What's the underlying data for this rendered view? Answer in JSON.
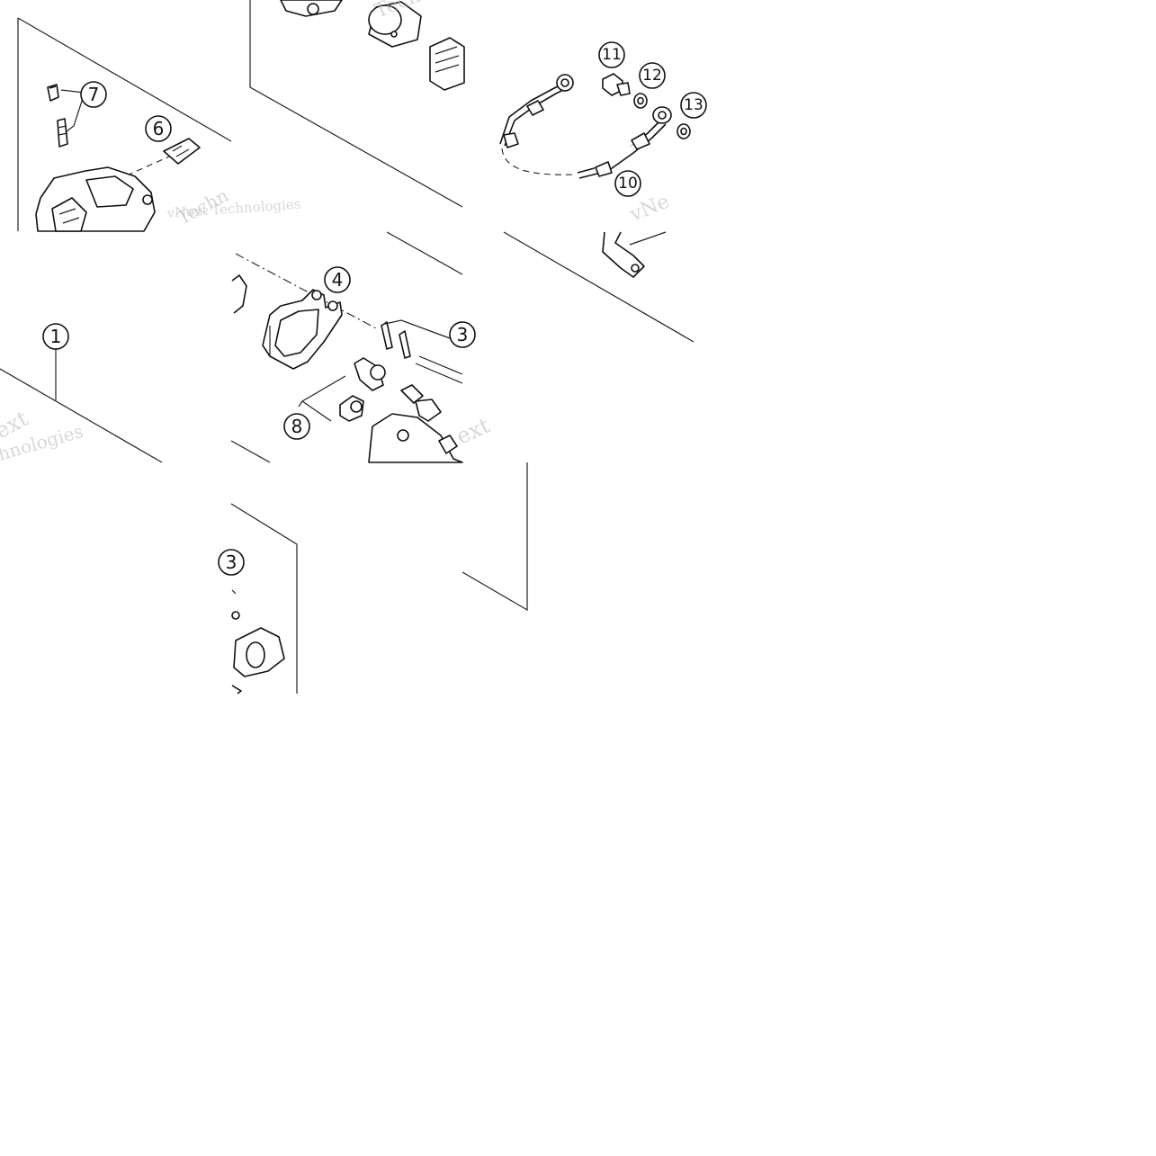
{
  "diagram": {
    "callouts": {
      "c1": "1",
      "c3": "3",
      "c4": "4",
      "c6": "6",
      "c7": "7",
      "c8": "8",
      "c10": "10",
      "c11": "11",
      "c12": "12",
      "c13": "13",
      "c13b": "3"
    },
    "watermarks": {
      "w1": "vNext Technologies",
      "w2": "Technologies",
      "w3": "ext",
      "w4": "hnologies",
      "w5": "vNe",
      "w6": "Techn",
      "w7": "ext"
    }
  }
}
